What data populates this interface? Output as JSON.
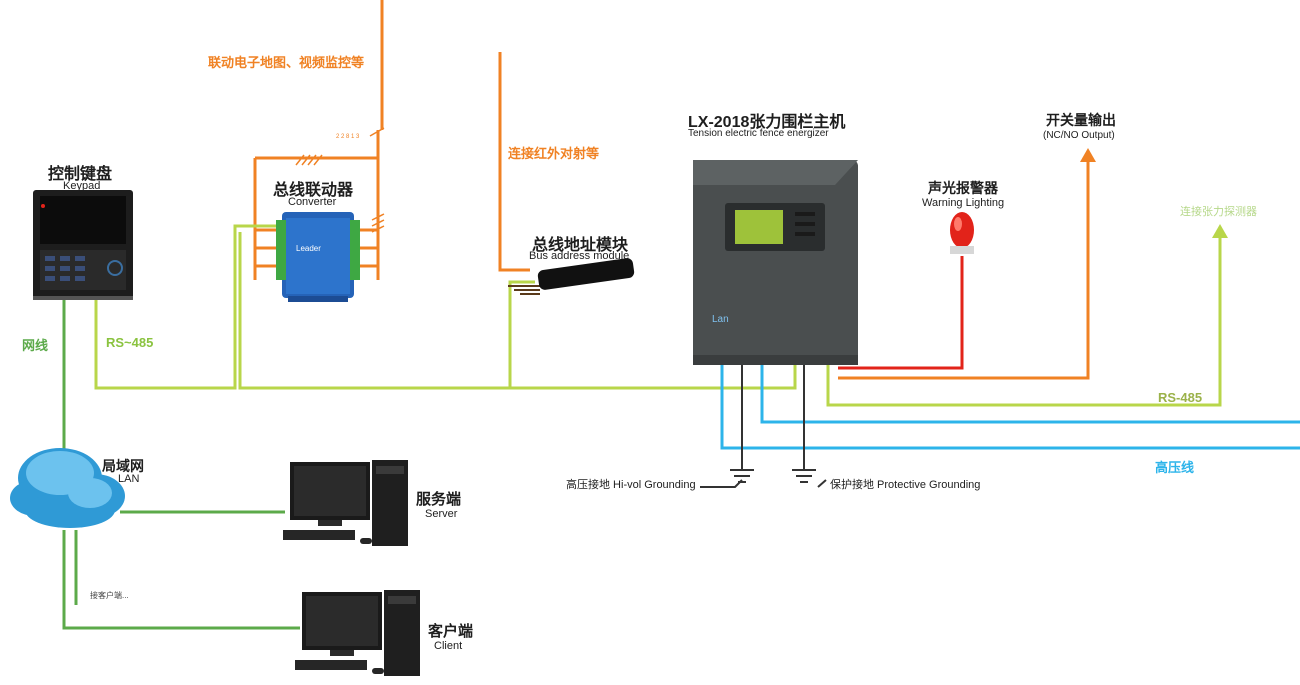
{
  "labels": {
    "linkage_map": "联动电子地图、视频监控等",
    "connect_ir": "连接红外对射等",
    "keypad_cn": "控制键盘",
    "keypad_en": "Keypad",
    "converter_cn": "总线联动器",
    "converter_en": "Converter",
    "converter_brand": "Leader",
    "bus_module_cn": "总线地址模块",
    "bus_module_en": "Bus address module",
    "host_cn": "LX-2018张力围栏主机",
    "host_en": "Tension electric fence energizer",
    "host_brand": "Lan",
    "alarm_cn": "声光报警器",
    "alarm_en": "Warning Lighting",
    "switch_cn": "开关量输出",
    "switch_en": "(NC/NO Output)",
    "tension_detector": "连接张力探测器",
    "network_cable": "网线",
    "rs485_left": "RS~485",
    "rs485_right": "RS-485",
    "hv_line": "高压线",
    "lan_cn": "局域网",
    "lan_en": "LAN",
    "server_cn": "服务端",
    "server_en": "Server",
    "client_cn": "客户端",
    "client_en": "Client",
    "more_clients": "接客户端...",
    "hv_ground": "高压接地 Hi-vol Grounding",
    "protect_ground": "保护接地 Protective Grounding",
    "small_mark": "2 2 8 1 3"
  },
  "colors": {
    "orange": "#f08224",
    "yellow_green": "#b8d64a",
    "green": "#5caa4a",
    "light_green": "#b6d88a",
    "blue": "#2db4ea",
    "red": "#e2231a",
    "dark": "#1e1e1e"
  }
}
